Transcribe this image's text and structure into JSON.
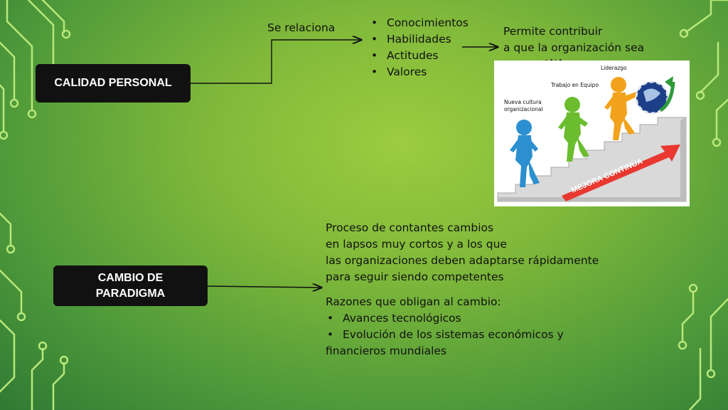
{
  "colors": {
    "box_bg": "#111111",
    "text": "#111111",
    "circuit": "#b9e87a",
    "arrow": "#e8382f"
  },
  "calidad": {
    "label": "CALIDAD PERSONAL"
  },
  "cambio": {
    "label_line1": "CAMBIO DE",
    "label_line2": "PARADIGMA"
  },
  "relaciona": {
    "label": "Se relaciona"
  },
  "qualities": [
    "Conocimientos",
    "Habilidades",
    "Actitudes",
    "Valores"
  ],
  "permite": {
    "line1": "Permite contribuir",
    "line2": "a que la organización sea",
    "line3": "competitiva"
  },
  "illustration": {
    "label_liderazgo": "Liderazgo",
    "label_trabajo": "Trabajo en Equipo",
    "label_nueva_line1": "Nueva cultura",
    "label_nueva_line2": "organizacional",
    "arrow_text": "MEJORA CONTINUA"
  },
  "proceso": {
    "line1": "Proceso de contantes cambios",
    "line2": "en lapsos muy cortos y a los que",
    "line3": "las organizaciones deben adaptarse rápidamente",
    "line4": "para seguir siendo competentes"
  },
  "razones": {
    "title": "Razones que obligan al cambio:",
    "item1": "Avances tecnológicos",
    "item2": "Evolución de los sistemas económicos y",
    "item2_cont": "financieros mundiales"
  }
}
